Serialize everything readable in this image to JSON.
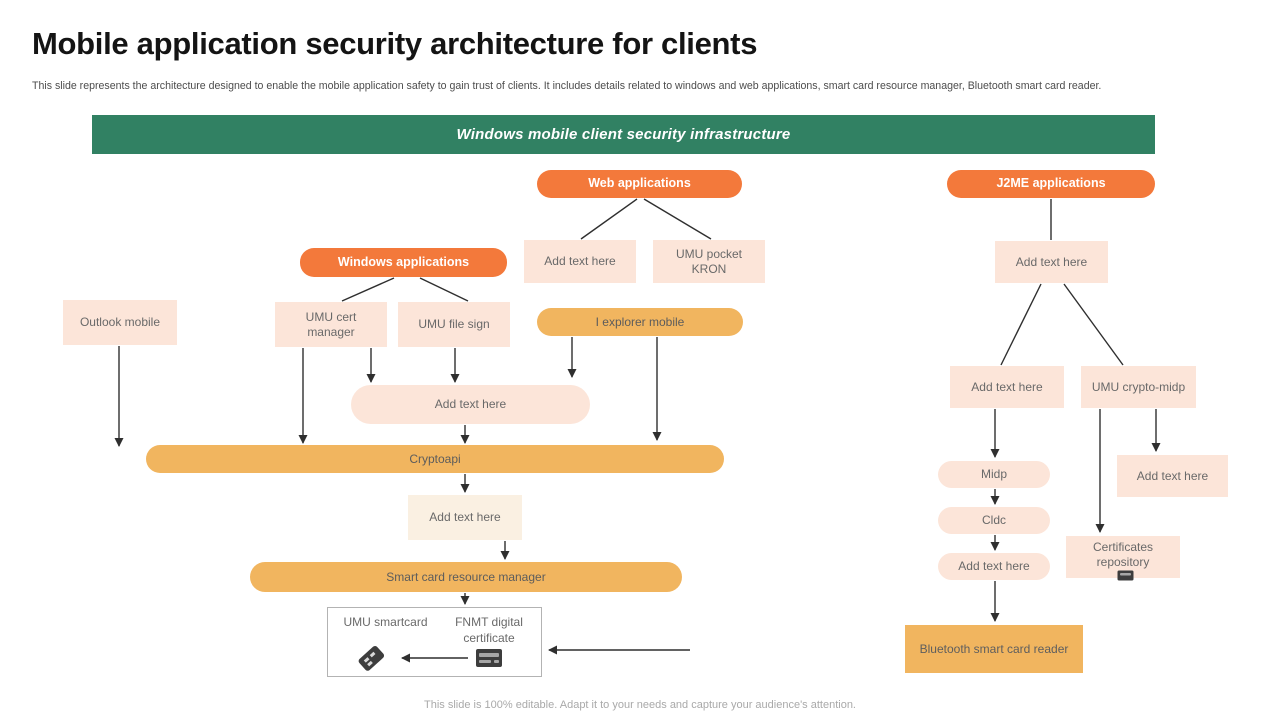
{
  "slide": {
    "title": "Mobile application security architecture for clients",
    "subtitle": "This slide represents the architecture designed to enable the mobile application safety to gain trust of clients. It includes details related to windows and web applications, smart card resource manager, Bluetooth smart card reader.",
    "banner": "Windows mobile client security infrastructure",
    "footer": "This slide is 100% editable. Adapt it to your needs and capture your audience's attention."
  },
  "colors": {
    "orange": "#f3793b",
    "amber": "#f1b55f",
    "peach": "#fce5d9",
    "cream": "#faf0e2",
    "green": "#318163",
    "line": "#2f2f2f"
  },
  "nodes": {
    "web_applications": "Web applications",
    "j2me_applications": "J2ME applications",
    "windows_applications": "Windows applications",
    "add_text": "Add text here",
    "umu_pocket_kron": "UMU pocket KRON",
    "outlook_mobile": "Outlook mobile",
    "umu_cert_manager": "UMU cert manager",
    "umu_file_sign": "UMU file sign",
    "i_explorer_mobile": "I explorer mobile",
    "cryptoapi": "Cryptoapi",
    "smart_card_resource_manager": "Smart card resource manager",
    "umu_smartcard": "UMU smartcard",
    "fnmt_digital_certificate": "FNMT digital certificate",
    "midp": "Midp",
    "cldc": "Cldc",
    "umu_crypto_midp": "UMU crypto-midp",
    "certificates_repository": "Certificates repository",
    "bluetooth_smart_card_reader": "Bluetooth smart card reader"
  },
  "icons": [
    "smartcard-icon",
    "card-reader-icon",
    "repository-icon"
  ]
}
